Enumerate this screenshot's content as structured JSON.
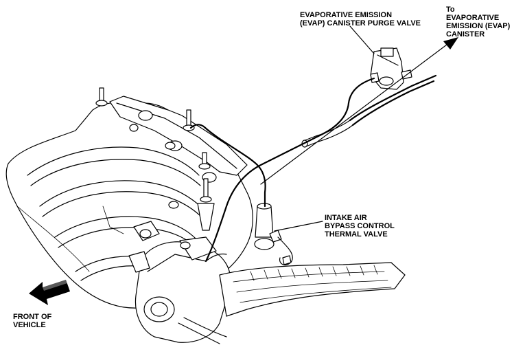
{
  "labels": {
    "purge_valve_line1": "EVAPORATIVE EMISSION",
    "purge_valve_line2": "(EVAP) CANISTER PURGE VALVE",
    "canister_line1": "To",
    "canister_line2": "EVAPORATIVE",
    "canister_line3": "EMISSION (EVAP)",
    "canister_line4": "CANISTER",
    "thermal_valve_line1": "INTAKE AIR",
    "thermal_valve_line2": "BYPASS CONTROL",
    "thermal_valve_line3": "THERMAL VALVE",
    "front_line1": "FRONT OF",
    "front_line2": "VEHICLE"
  },
  "icons": {
    "front_arrow": "arrow-left-icon",
    "canister_arrow": "arrow-up-right-icon"
  },
  "colors": {
    "line": "#000000",
    "background": "#ffffff"
  }
}
